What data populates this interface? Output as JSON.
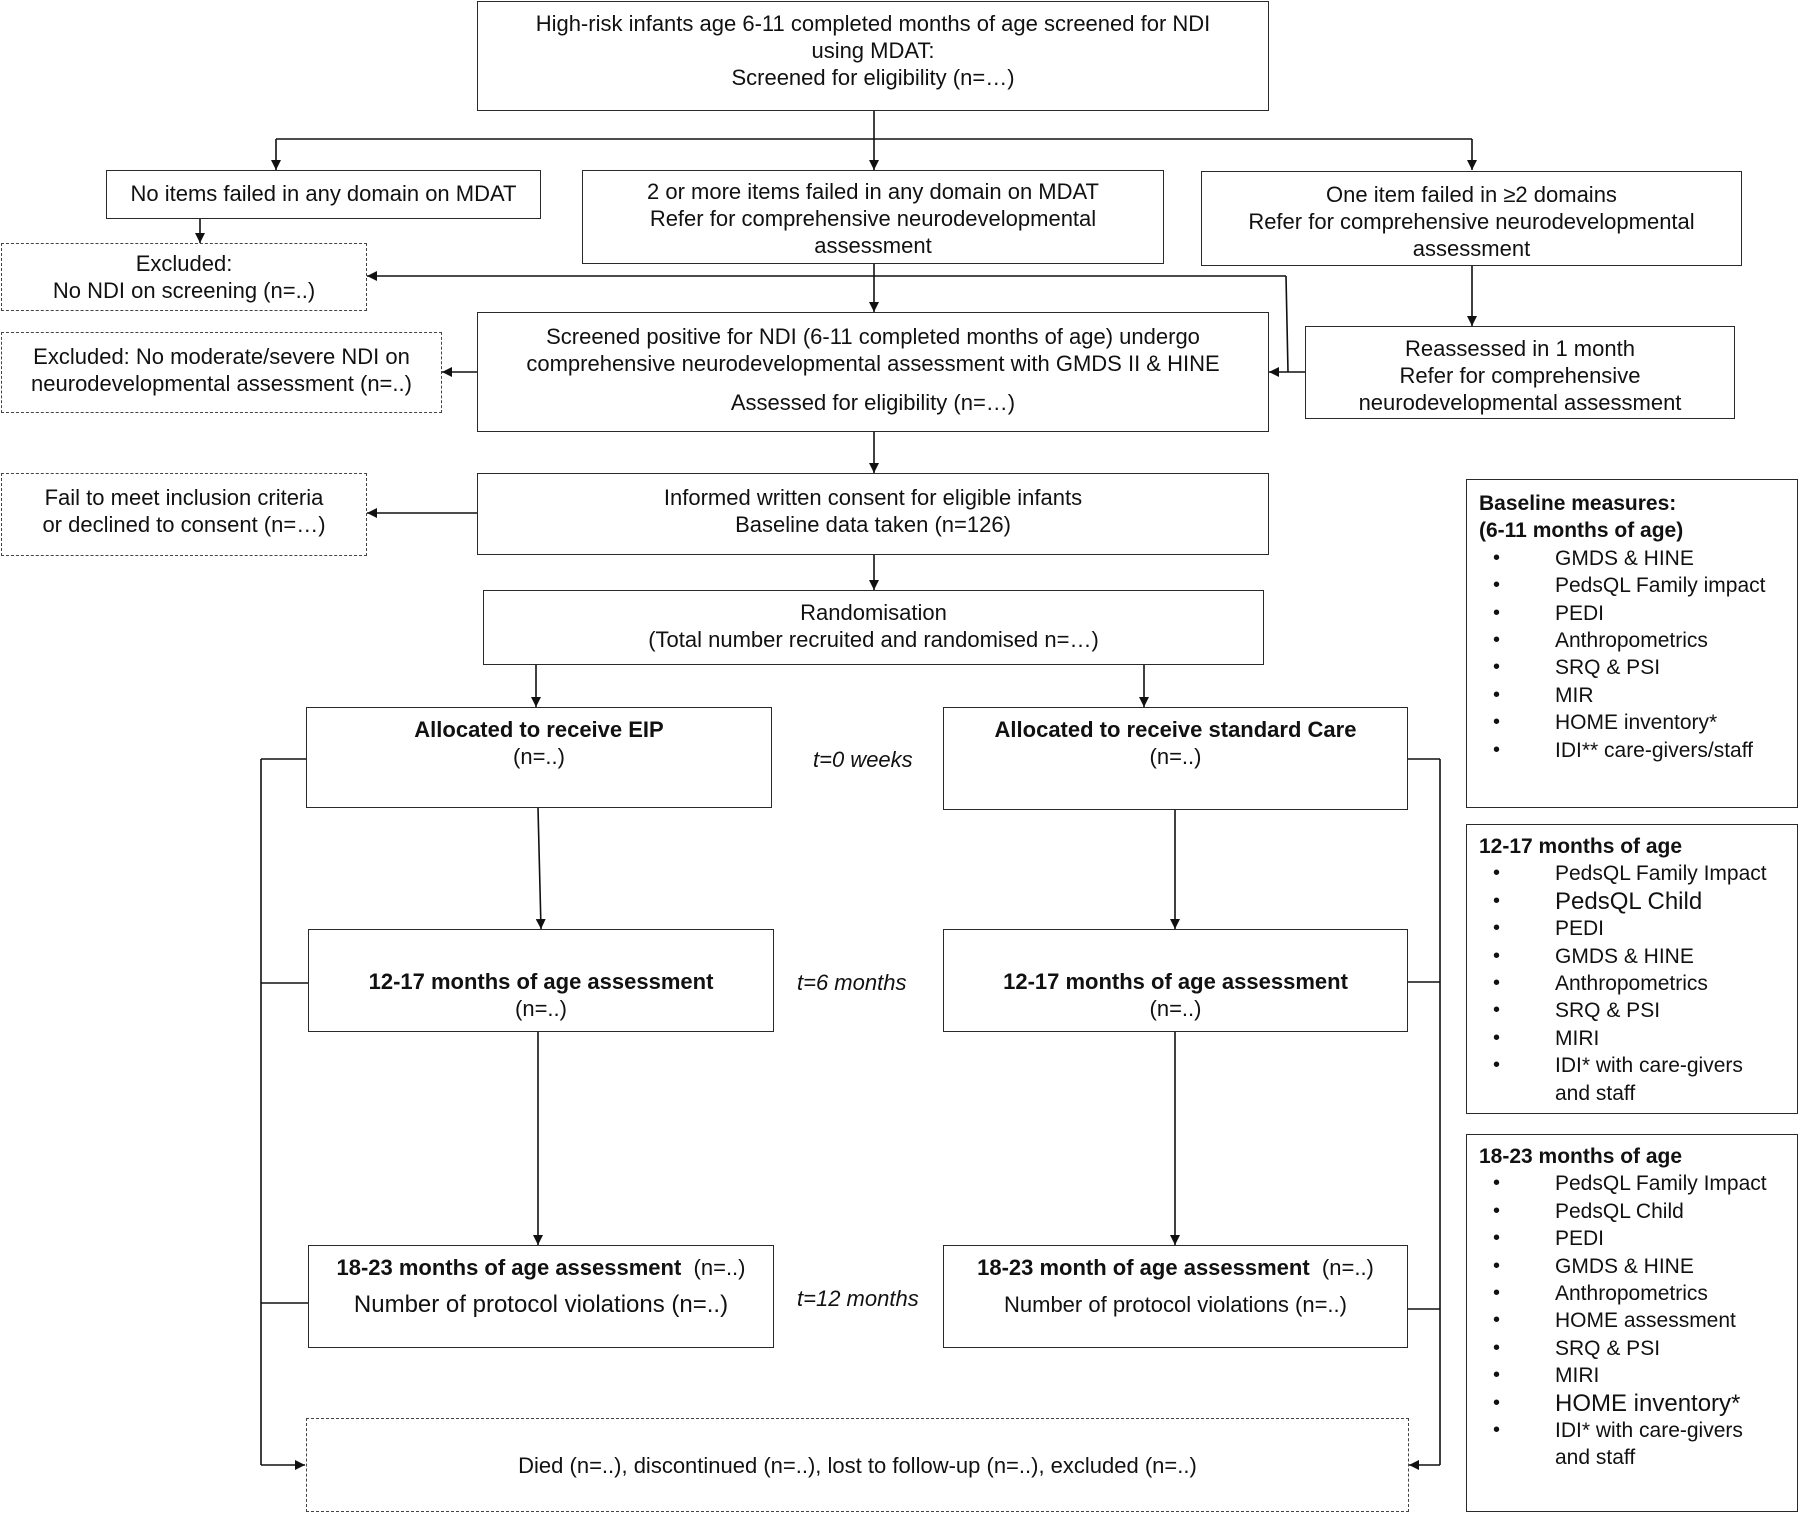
{
  "top": {
    "line1": "High-risk infants age 6-11 completed months of age screened for NDI",
    "line2": "using MDAT:",
    "line3": "Screened for eligibility (n=…)"
  },
  "no_items": {
    "line1": "No items failed in any domain on MDAT"
  },
  "two_items": {
    "line1": "2 or more items failed in any domain on MDAT",
    "line2": "Refer for comprehensive neurodevelopmental",
    "line3": "assessment"
  },
  "one_item": {
    "line1": "One item failed in ≥2 domains",
    "line2": "Refer for comprehensive neurodevelopmental",
    "line3": "assessment"
  },
  "excluded_screening": {
    "line1": "Excluded:",
    "line2": "No NDI on screening (n=..)"
  },
  "screened_positive": {
    "line1": "Screened positive for NDI (6-11 completed months of age) undergo",
    "line2": "comprehensive neurodevelopmental assessment with GMDS II & HINE",
    "line3": "Assessed for eligibility (n=…)"
  },
  "excluded_assessment": {
    "line1": "Excluded: No moderate/severe NDI on",
    "line2": "neurodevelopmental assessment  (n=..)"
  },
  "reassessed": {
    "line1": "Reassessed in 1 month",
    "line2": "Refer for comprehensive",
    "line3": "neurodevelopmental assessment"
  },
  "fail_inclusion": {
    "line1": "Fail to meet inclusion criteria",
    "line2": "or declined to consent (n=…)"
  },
  "consent": {
    "line1": "Informed written consent for eligible infants",
    "line2": "Baseline data taken (n=126)"
  },
  "randomisation": {
    "line1": "Randomisation",
    "line2": "(Total number recruited and randomised n=…)"
  },
  "eip": {
    "alloc_title": "Allocated to receive EIP",
    "alloc_n": "(n=..)",
    "m12_title": "12-17 months of age assessment",
    "m12_n": "(n=..)",
    "m18_title": "18-23 months of age assessment",
    "m18_n": "(n=..)",
    "m18_violations": "Number of protocol violations (n=..)"
  },
  "std": {
    "alloc_title": "Allocated to receive standard Care",
    "alloc_n": "(n=..)",
    "m12_title": "12-17 months of age assessment",
    "m12_n": "(n=..)",
    "m18_title": "18-23 month of age assessment",
    "m18_n": "(n=..)",
    "m18_violations": "Number of protocol violations (n=..)"
  },
  "timepoints": {
    "t0": "t=0 weeks",
    "t6": "t=6 months",
    "t12": "t=12 months"
  },
  "final": {
    "line1": "Died (n=..), discontinued (n=..), lost to follow-up (n=..), excluded (n=..)"
  },
  "baseline": {
    "heading1": "Baseline measures:",
    "heading2": "(6-11 months of age)",
    "items": [
      "GMDS & HINE",
      "PedsQL Family impact",
      "PEDI",
      "Anthropometrics",
      "SRQ & PSI",
      "MIR",
      "HOME inventory*",
      "IDI** care-givers/staff"
    ]
  },
  "m12_measures": {
    "heading": "12-17 months of age",
    "items": [
      "PedsQL Family Impact",
      "PedsQL Child",
      "PEDI",
      "GMDS & HINE",
      "Anthropometrics",
      "SRQ & PSI",
      "MIRI",
      "IDI* with care-givers",
      "and staff"
    ]
  },
  "m18_measures": {
    "heading": "18-23 months of age",
    "items": [
      "PedsQL Family Impact",
      "PedsQL Child",
      "PEDI",
      "GMDS & HINE",
      "Anthropometrics",
      "HOME assessment",
      "SRQ & PSI",
      "MIRI",
      "HOME inventory*",
      "IDI* with care-givers",
      "and staff"
    ]
  }
}
